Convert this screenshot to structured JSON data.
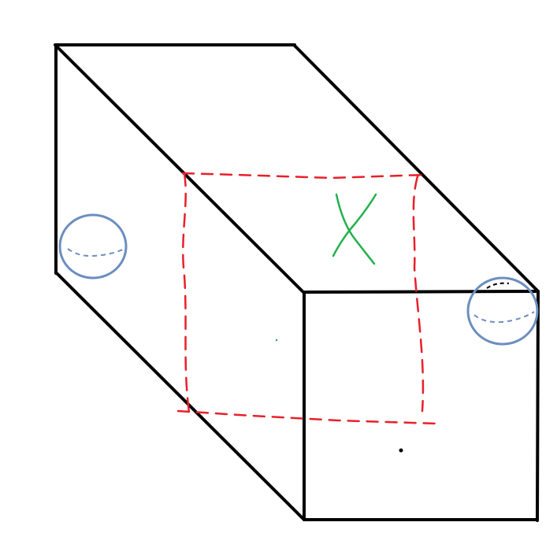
{
  "colors": {
    "background": "#ffffff",
    "box_edges": "#000000",
    "dashed_square": "#e8202a",
    "cross_mark": "#22b14c",
    "circle_markers": "#6c8ebf"
  },
  "diagram": {
    "box": {
      "description_hidden": true,
      "edges": [
        "top-back-edge",
        "left-back-vertical-edge",
        "left-diagonal-top-edge",
        "right-diagonal-top-edge",
        "left-diagonal-bottom-edge",
        "front-face-top-edge",
        "front-face-right-edge",
        "front-face-bottom-edge",
        "front-face-left-edge"
      ]
    },
    "dashed_cross_section": {
      "style": "dashed"
    },
    "cross_mark": {
      "symbol": "X"
    },
    "circle_markers": {
      "count": 2
    }
  }
}
